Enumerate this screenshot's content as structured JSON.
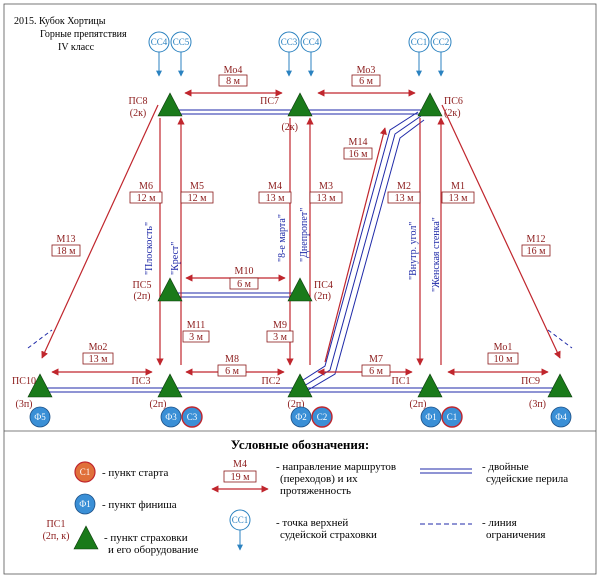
{
  "header": {
    "line1": "2015. Кубок Хортицы",
    "line2": "Горные препятствия",
    "line3": "IV класс"
  },
  "stations": [
    {
      "label": "ПС8",
      "sub": "(2к)"
    },
    {
      "label": "ПС7",
      "sub": "(2к)"
    },
    {
      "label": "ПС6",
      "sub": "(2к)"
    },
    {
      "label": "ПС5",
      "sub": "(2п)"
    },
    {
      "label": "ПС4",
      "sub": "(2п)"
    },
    {
      "label": "ПС10",
      "sub": "(3п)"
    },
    {
      "label": "ПС3",
      "sub": "(2п)"
    },
    {
      "label": "ПС2",
      "sub": "(2п)"
    },
    {
      "label": "ПС1",
      "sub": "(2п)"
    },
    {
      "label": "ПС9",
      "sub": "(3п)"
    }
  ],
  "segments": [
    {
      "name": "Мо4",
      "length": "8 м"
    },
    {
      "name": "Мо3",
      "length": "6 м"
    },
    {
      "name": "М14",
      "length": "16 м"
    },
    {
      "name": "М6",
      "length": "12 м"
    },
    {
      "name": "М5",
      "length": "12 м"
    },
    {
      "name": "М4",
      "length": "13 м"
    },
    {
      "name": "М3",
      "length": "13 м"
    },
    {
      "name": "М2",
      "length": "13 м"
    },
    {
      "name": "М1",
      "length": "13 м"
    },
    {
      "name": "М13",
      "length": "18 м"
    },
    {
      "name": "М12",
      "length": "16 м"
    },
    {
      "name": "М10",
      "length": "6 м"
    },
    {
      "name": "М11",
      "length": "3 м"
    },
    {
      "name": "М9",
      "length": "3 м"
    },
    {
      "name": "Мо2",
      "length": "13 м"
    },
    {
      "name": "Мо1",
      "length": "10 м"
    },
    {
      "name": "М8",
      "length": "6 м"
    },
    {
      "name": "М7",
      "length": "6 м"
    }
  ],
  "stage_names": [
    "\"Плоскость\"",
    "\"Крест\"",
    "\"8-е марта\"",
    "\"Днепропет\"",
    "\"Внутр. угол\"",
    "\"Женская стенка\""
  ],
  "top_belays": [
    "СС4",
    "СС5",
    "СС3",
    "СС4",
    "СС1",
    "СС2"
  ],
  "finish_marks": [
    "Ф5",
    "Ф3",
    "Ф2",
    "Ф1",
    "Ф4"
  ],
  "start_marks": [
    "С3",
    "С2",
    "С1"
  ],
  "legend": {
    "title": "Условные обозначения:",
    "start_symbol": "С1",
    "start_text": "- пункт старта",
    "finish_symbol": "Ф1",
    "finish_text": "- пункт финиша",
    "belay_symbol_line1": "ПС1",
    "belay_symbol_line2": "(2п, к)",
    "belay_text_line1": "- пункт страховки",
    "belay_text_line2": "и его оборудование",
    "route_symbol_name": "М4",
    "route_symbol_length": "19 м",
    "route_text_line1": "- направление маршрутов",
    "route_text_line2": "(переходов) и их",
    "route_text_line3": "протяженность",
    "top_symbol": "СС1",
    "top_text_line1": "- точка верхней",
    "top_text_line2": "судейской страховки",
    "rail_text_line1": "- двойные",
    "rail_text_line2": "судейские перила",
    "limit_text_line1": "- линия",
    "limit_text_line2": "ограничения"
  },
  "colors": {
    "route": "#c0262d",
    "rail": "#1f2aa8",
    "triangle": "#1a7a1a",
    "finish_fill": "#3a8fd6",
    "start_fill": "#e0703a",
    "belay": "#2b82c0"
  }
}
